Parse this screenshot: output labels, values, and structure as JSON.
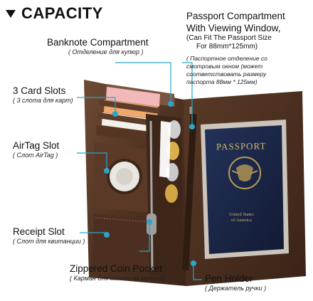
{
  "title": "CAPACITY",
  "callouts": {
    "banknote": {
      "label": "Banknote Compartment",
      "sub": "( Отделение для купюр )"
    },
    "card_slots": {
      "label": "3 Card Slots",
      "sub": "( 3 слота для карт)"
    },
    "airtag": {
      "label": "AirTag Slot",
      "sub": "( Слот AirTag )"
    },
    "receipt": {
      "label": "Receipt Slot",
      "sub": "( Слот для квитанции )"
    },
    "coin": {
      "label": "Zippered Coin Pocket",
      "sub": "( Карман для монет на молнии)"
    },
    "pen": {
      "label": "Pen Holder",
      "sub": "( Держатель ручки )"
    },
    "passport": {
      "line1": "Passport Compartment",
      "line2": "With Viewing Window,",
      "line3": "(Can Fit The Passport Size",
      "line4": "For 88mm*125mm)",
      "sub1": "( Паспортное отделение со",
      "sub2": "смотровым окном (может",
      "sub3": "соответствовать размеру",
      "sub4": "паспорта 88мм * 125мм)"
    }
  },
  "passport_cover": {
    "title": "PASSPORT",
    "line1": "United States",
    "line2": "of America"
  },
  "colors": {
    "accent": "#2aa6c8",
    "leather": "#4a2e1f",
    "leather_light": "#6b4530"
  }
}
